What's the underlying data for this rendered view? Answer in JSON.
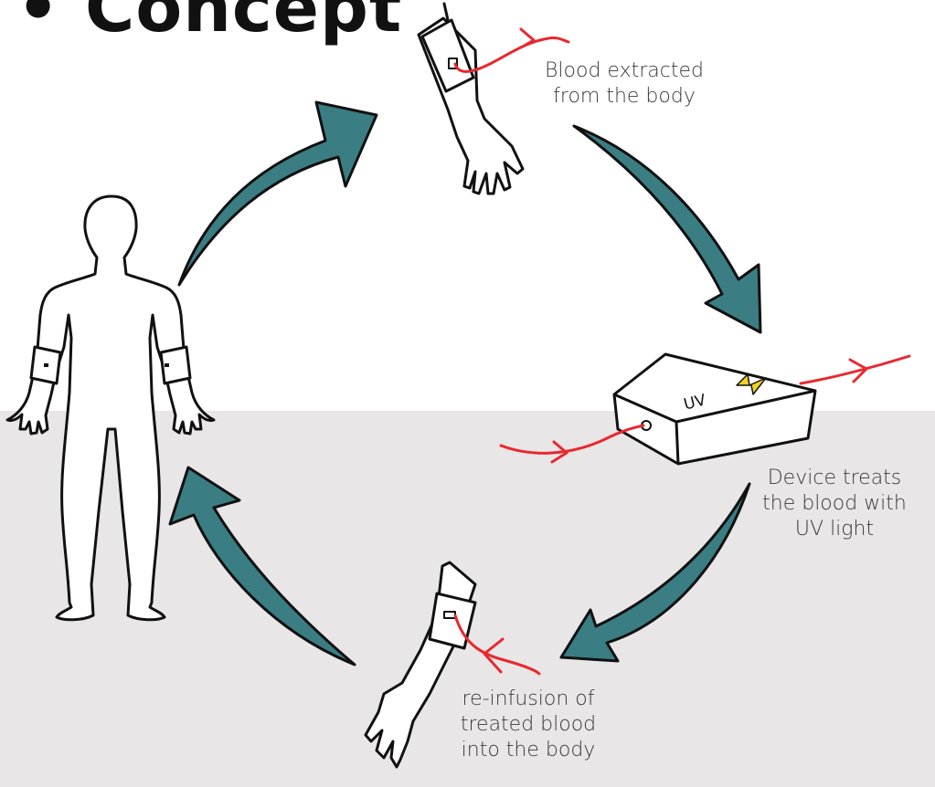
{
  "title": "• Concept",
  "colors": {
    "arrow": "#3a7e84",
    "tube": "#e8282f",
    "bolt": "#f2d21f",
    "lower_bg": "#e8e6e6",
    "ink": "#111111"
  },
  "icons": [
    "human-body-icon",
    "arm-extract-icon",
    "arm-reinfuse-icon",
    "uv-device-icon",
    "lightning-bolt-icon",
    "cycle-arrow-icon",
    "blood-tube-icon"
  ],
  "device": {
    "label": "UV"
  },
  "captions": {
    "extract": "Blood extracted\nfrom the body",
    "treat": "Device treats\nthe blood with\nUV light",
    "reinfuse": "re-infusion of\ntreated blood\ninto the body"
  }
}
